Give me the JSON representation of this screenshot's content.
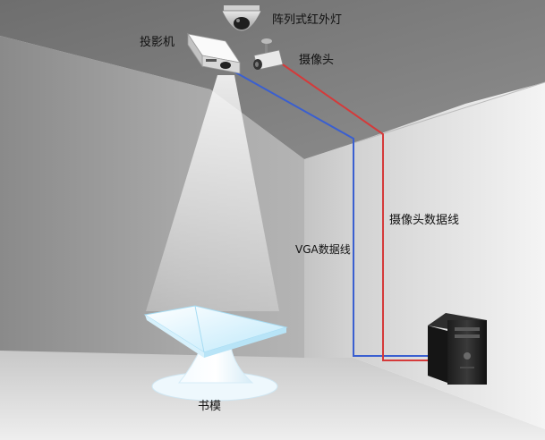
{
  "labels": {
    "projector": "投影机",
    "ir_lamp": "阵列式红外灯",
    "camera": "摄像头",
    "vga_cable": "VGA数据线",
    "camera_cable": "摄像头数据线",
    "book_model": "书模"
  },
  "colors": {
    "vga_cable": "#3a5fd0",
    "camera_cable": "#d53a3a"
  }
}
